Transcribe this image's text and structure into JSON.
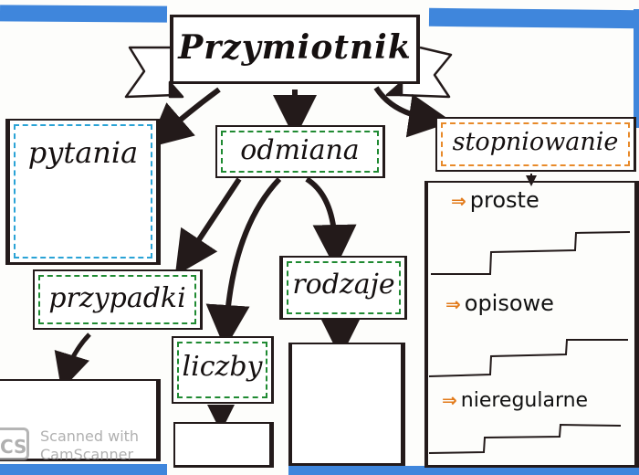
{
  "title": "Przymiotnik",
  "nodes": {
    "pytania": "pytania",
    "odmiana": "odmiana",
    "stopniowanie": "stopniowanie",
    "przypadki": "przypadki",
    "liczby": "liczby",
    "rodzaje": "rodzaje"
  },
  "stopniowanie_items": [
    {
      "arrow": "⇒",
      "label": "proste"
    },
    {
      "arrow": "⇒",
      "label": "opisowe"
    },
    {
      "arrow": "⇒",
      "label": "nieregularne"
    }
  ],
  "watermark": {
    "logo": "CS",
    "line1": "Scanned with",
    "line2": "CamScanner"
  },
  "colors": {
    "tape_blue": "#3f86dc",
    "dash_blue": "#2aa3d6",
    "dash_green": "#1f8a32",
    "dash_orange": "#e88a2a",
    "ink": "#231a1a",
    "arrow_orange": "#e27a1a"
  }
}
